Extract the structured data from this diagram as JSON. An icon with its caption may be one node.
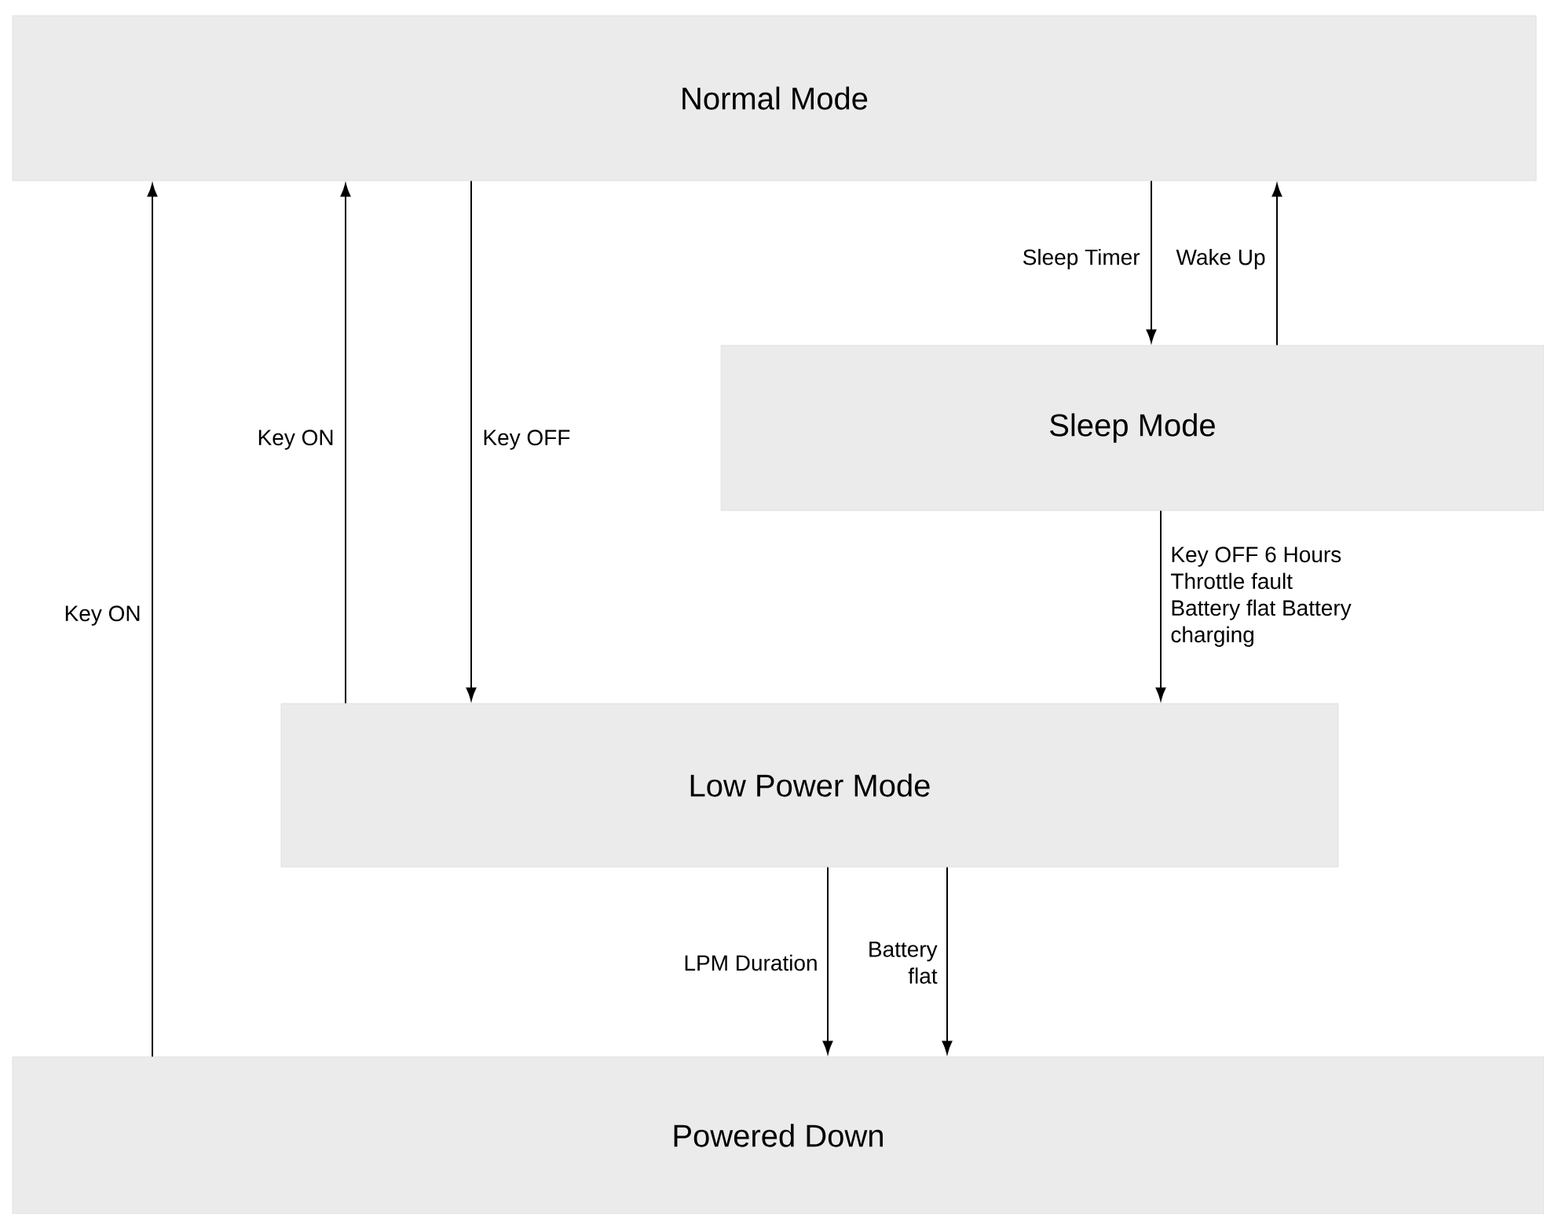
{
  "diagram": {
    "nodes": [
      {
        "text": [
          "Normal Mode"
        ]
      },
      {
        "text": [
          "Sleep Mode"
        ]
      },
      {
        "text": [
          "Low Power Mode"
        ]
      },
      {
        "text": [
          "Powered Down"
        ]
      }
    ],
    "edges": [
      {
        "from": 3,
        "to": 0,
        "arrow": "to",
        "label": "Key ON"
      },
      {
        "from": 2,
        "to": 0,
        "arrow": "to",
        "label": "Key ON"
      },
      {
        "from": 0,
        "to": 2,
        "arrow": "to",
        "label": "Key OFF"
      },
      {
        "from": 0,
        "to": 1,
        "arrow": "to",
        "label": "Sleep Timer"
      },
      {
        "from": 1,
        "to": 0,
        "arrow": "to",
        "label": "Wake Up"
      },
      {
        "from": 1,
        "to": 2,
        "arrow": "to",
        "label": "Key OFF 6 Hours Throttle fault Battery flat Battery charging"
      },
      {
        "from": 2,
        "to": 3,
        "arrow": "to",
        "label": "LPM Duration"
      },
      {
        "from": 2,
        "to": 3,
        "arrow": "to",
        "label": "Battery flat"
      }
    ]
  }
}
